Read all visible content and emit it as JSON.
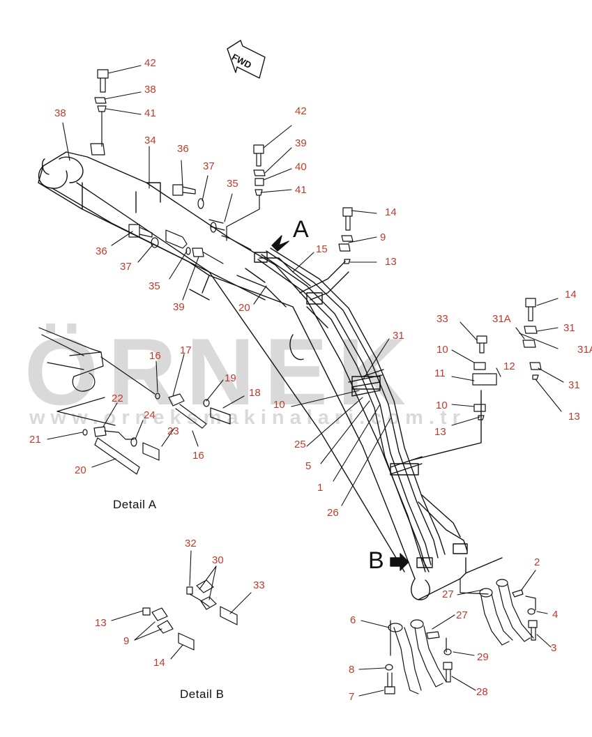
{
  "watermark": {
    "brand": "ÖRNEK",
    "url": "www.orneksmakinalari.com.tr"
  },
  "fwd_label": "FWD",
  "view_markers": {
    "a": "A",
    "b": "B"
  },
  "details": {
    "a": "Detail  A",
    "b": "Detail  B"
  },
  "callouts": {
    "c42a": "42",
    "c38a": "38",
    "c41a": "41",
    "c38b": "38",
    "c34": "34",
    "c36a": "36",
    "c37a": "37",
    "c35a": "35",
    "c42b": "42",
    "c39a": "39",
    "c40": "40",
    "c41b": "41",
    "c14a": "14",
    "c9a": "9",
    "c13a": "13",
    "c15": "15",
    "c36b": "36",
    "c37b": "37",
    "c35b": "35",
    "c39b": "39",
    "c20a": "20",
    "c33a": "33",
    "c31a": "31",
    "c14b": "14",
    "c31Aa": "31A",
    "c31b": "31",
    "c31Ab": "31A",
    "c10a": "10",
    "c11": "11",
    "c12": "12",
    "c31c": "31",
    "c10b": "10",
    "c13b": "13",
    "c13c": "13",
    "c10c": "10",
    "c25": "25",
    "c5": "5",
    "c1": "1",
    "c26": "26",
    "c16a": "16",
    "c17": "17",
    "c19": "19",
    "c18": "18",
    "c22": "22",
    "c24": "24",
    "c23": "23",
    "c16b": "16",
    "c21": "21",
    "c20b": "20",
    "c32": "32",
    "c30": "30",
    "c33b": "33",
    "c13d": "13",
    "c9b": "9",
    "c14c": "14",
    "c2": "2",
    "c27a": "27",
    "c4": "4",
    "c3": "3",
    "c6": "6",
    "c27b": "27",
    "c29": "29",
    "c8": "8",
    "c28": "28",
    "c7": "7"
  }
}
